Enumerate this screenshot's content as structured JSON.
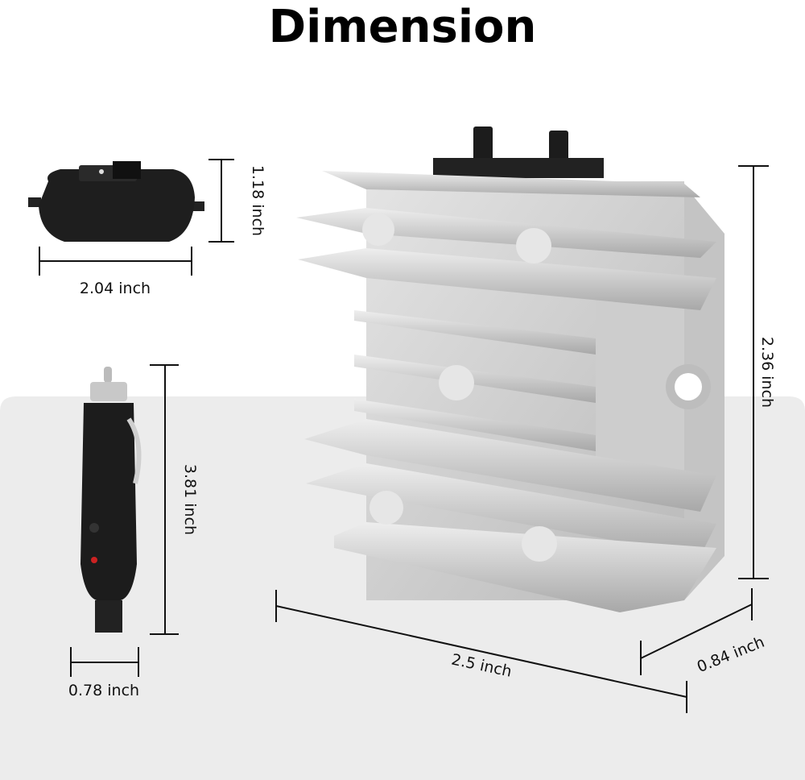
{
  "title": "Dimension",
  "colors": {
    "background": "#ffffff",
    "panel": "#ececec",
    "metal": "#c9c9c9",
    "plastic": "#1c1c1c",
    "line": "#111111"
  },
  "switch_box": {
    "height_label": "1.18 inch",
    "width_label": "2.04 inch"
  },
  "plug": {
    "length_label": "3.81 inch",
    "width_label": "0.78 inch"
  },
  "heatsink": {
    "height_label": "2.36 inch",
    "width_label": "2.5 inch",
    "depth_label": "0.84 inch"
  }
}
